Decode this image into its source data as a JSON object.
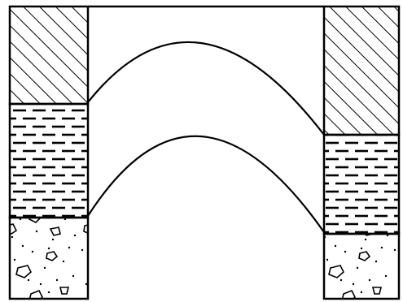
{
  "diagram": {
    "kind": "geologic-cross-section",
    "structure": "anticline",
    "colors": {
      "line": "#000000",
      "background": "#ffffff"
    },
    "left_column": {
      "layers": [
        {
          "name": "top-layer",
          "pattern": "diagonal-hatch-icon"
        },
        {
          "name": "middle-layer",
          "pattern": "dash-pattern-icon"
        },
        {
          "name": "bottom-layer",
          "pattern": "conglomerate-pattern-icon"
        }
      ]
    },
    "right_column": {
      "layers": [
        {
          "name": "top-layer",
          "pattern": "diagonal-hatch-icon"
        },
        {
          "name": "middle-layer",
          "pattern": "dash-pattern-icon"
        },
        {
          "name": "bottom-layer",
          "pattern": "conglomerate-pattern-icon"
        }
      ]
    },
    "fold_curves": [
      {
        "name": "upper-fold-curve"
      },
      {
        "name": "lower-fold-curve"
      }
    ]
  }
}
